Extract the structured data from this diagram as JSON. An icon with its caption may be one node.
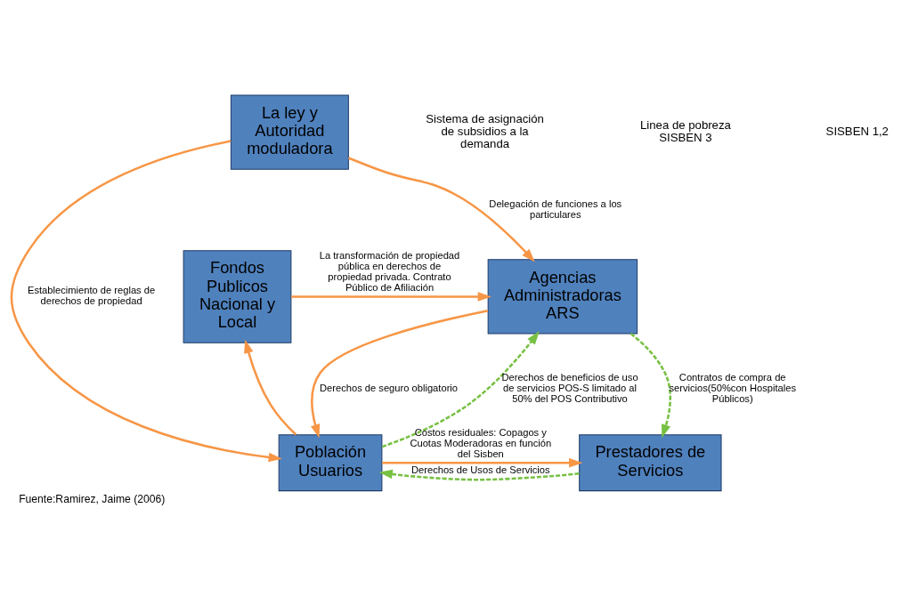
{
  "diagram": {
    "caption": "Fuente:Ramirez, Jaime (2006)",
    "nodes": [
      {
        "text": [
          "La ley y Autoridad moduladora"
        ]
      },
      {
        "text": [
          "Fondos Publicos Nacional y Local"
        ]
      },
      {
        "text": [
          "Agencias Administradoras ARS"
        ]
      },
      {
        "text": [
          "Población",
          "Usuarios"
        ]
      },
      {
        "text": [
          "Prestadores de Servicios"
        ]
      }
    ],
    "edges": [
      {
        "from": 0,
        "to": 3,
        "arrow": "to",
        "label": "Establecimiento de reglas de derechos de propiedad"
      },
      {
        "from": 0,
        "to": 2,
        "arrow": "to",
        "label": "Delegación de funciones a los particulares"
      },
      {
        "from": 1,
        "to": 2,
        "arrow": "to",
        "label": "La transformación de propiedad pública en derechos de propiedad privada. Contrato Público de Afiliación"
      },
      {
        "from": 2,
        "to": 3,
        "arrow": "to",
        "label": "Derechos de seguro obligatorio"
      },
      {
        "from": 3,
        "to": 1,
        "arrow": "to"
      },
      {
        "from": 3,
        "to": 2,
        "arrow": "to",
        "style": "dashed",
        "color": "#77c043",
        "label": "Derechos de beneficios de uso de servicios POS-S limitado al 50% del POS Contributivo"
      },
      {
        "from": 3,
        "to": 4,
        "arrow": "to",
        "label": "Costos residuales: Copagos y Cuotas Moderadoras en función del Sisben"
      },
      {
        "from": 2,
        "to": 4,
        "arrow": "to",
        "style": "dashed",
        "color": "#77c043",
        "label": "Contratos de compra de servicios(50%con Hospitales Públicos)"
      },
      {
        "from": 4,
        "to": 3,
        "arrow": "to",
        "style": "dashed",
        "color": "#77c043",
        "label": "Derechos de Usos de Servicios"
      }
    ],
    "labels": [
      "Sistema de asignación de subsidios a la demanda",
      "Linea de pobreza SISBEN 3",
      "SISBEN 1,2"
    ]
  }
}
